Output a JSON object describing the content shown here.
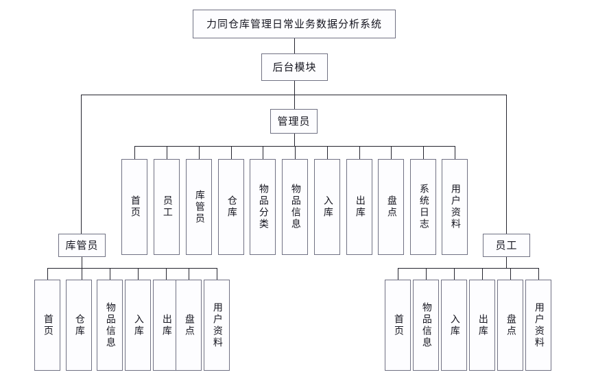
{
  "diagram": {
    "type": "hierarchy-tree",
    "title_node": {
      "label": "力同仓库管理日常业务数据分析系统"
    },
    "module_node": {
      "label": "后台模块"
    },
    "roles": {
      "admin": {
        "label": "管理员"
      },
      "keeper": {
        "label": "库管员"
      },
      "staff": {
        "label": "员工"
      }
    },
    "admin_items": [
      {
        "label": "首页"
      },
      {
        "label": "员工"
      },
      {
        "label": "库管员"
      },
      {
        "label": "仓库"
      },
      {
        "label": "物品分类"
      },
      {
        "label": "物品信息"
      },
      {
        "label": "入库"
      },
      {
        "label": "出库"
      },
      {
        "label": "盘点"
      },
      {
        "label": "系统日志"
      },
      {
        "label": "用户资料"
      }
    ],
    "keeper_items": [
      {
        "label": "首页"
      },
      {
        "label": "仓库"
      },
      {
        "label": "物品信息"
      },
      {
        "label": "入库"
      },
      {
        "label": "出库"
      },
      {
        "label": "盘点"
      },
      {
        "label": "用户资料"
      }
    ],
    "staff_items": [
      {
        "label": "首页"
      },
      {
        "label": "物品信息"
      },
      {
        "label": "入库"
      },
      {
        "label": "出库"
      },
      {
        "label": "盘点"
      },
      {
        "label": "用户资料"
      }
    ],
    "colors": {
      "box_border": "#6f7082",
      "box_fill": "#fdfdff",
      "connector": "#23232d",
      "text": "#15151f",
      "background": "#ffffff"
    }
  }
}
